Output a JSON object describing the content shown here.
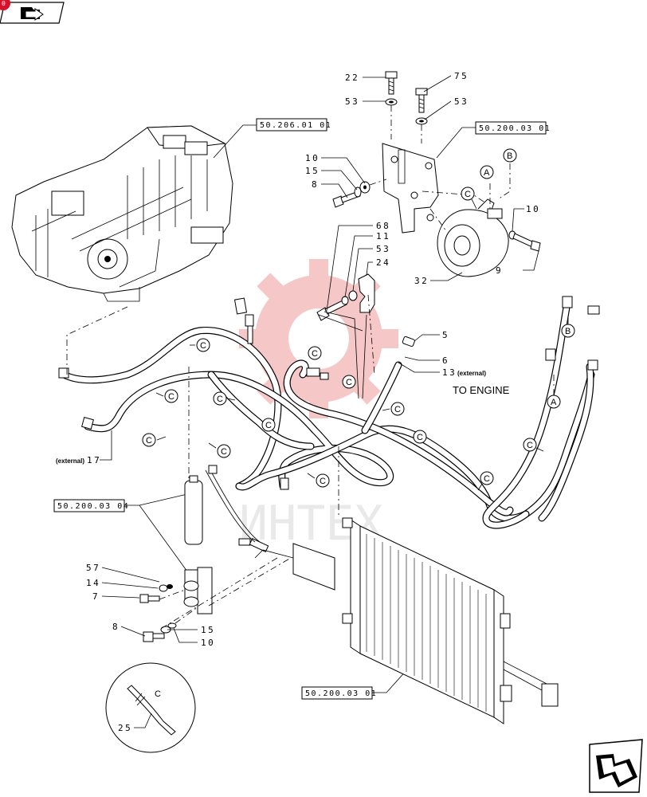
{
  "header": {
    "badge_text": "0",
    "icon": "arrow-folder-icon"
  },
  "watermark": {
    "text": "ИНТЕХ",
    "color": "#e8a0a0"
  },
  "references": {
    "evaporator": "50.206.01 01",
    "compressor": "50.200.03 01",
    "receiver_dryer": "50.200.03 04",
    "condenser": "50.200.03 01"
  },
  "part_numbers": {
    "bolt_22": "22",
    "washer_53_left": "53",
    "bolt_75": "75",
    "washer_53_right": "53",
    "washer_10_top": "10",
    "washer_15_top": "15",
    "bolt_8_top": "8",
    "bolt_68": "68",
    "washer_11": "11",
    "washer_53_mid": "53",
    "clamp_24": "24",
    "fitting_10_right": "10",
    "bolt_9": "9",
    "compressor_32": "32",
    "cap_5": "5",
    "hose_6": "6",
    "hose_13": "13",
    "hose_17": "17",
    "nut_57": "57",
    "washer_14": "14",
    "bolt_7": "7",
    "bolt_8_bottom": "8",
    "washer_15_bottom": "15",
    "washer_10_bottom": "10",
    "strap_25": "25"
  },
  "notes": {
    "external_13": "(external)",
    "external_17": "(external)",
    "to_engine": "TO ENGINE"
  },
  "callouts": {
    "c": "C",
    "a": "A",
    "b": "B"
  },
  "detail_c": {
    "letter": "C",
    "part": "25"
  },
  "footer": {
    "icon": "next-page-arrow-icon"
  }
}
